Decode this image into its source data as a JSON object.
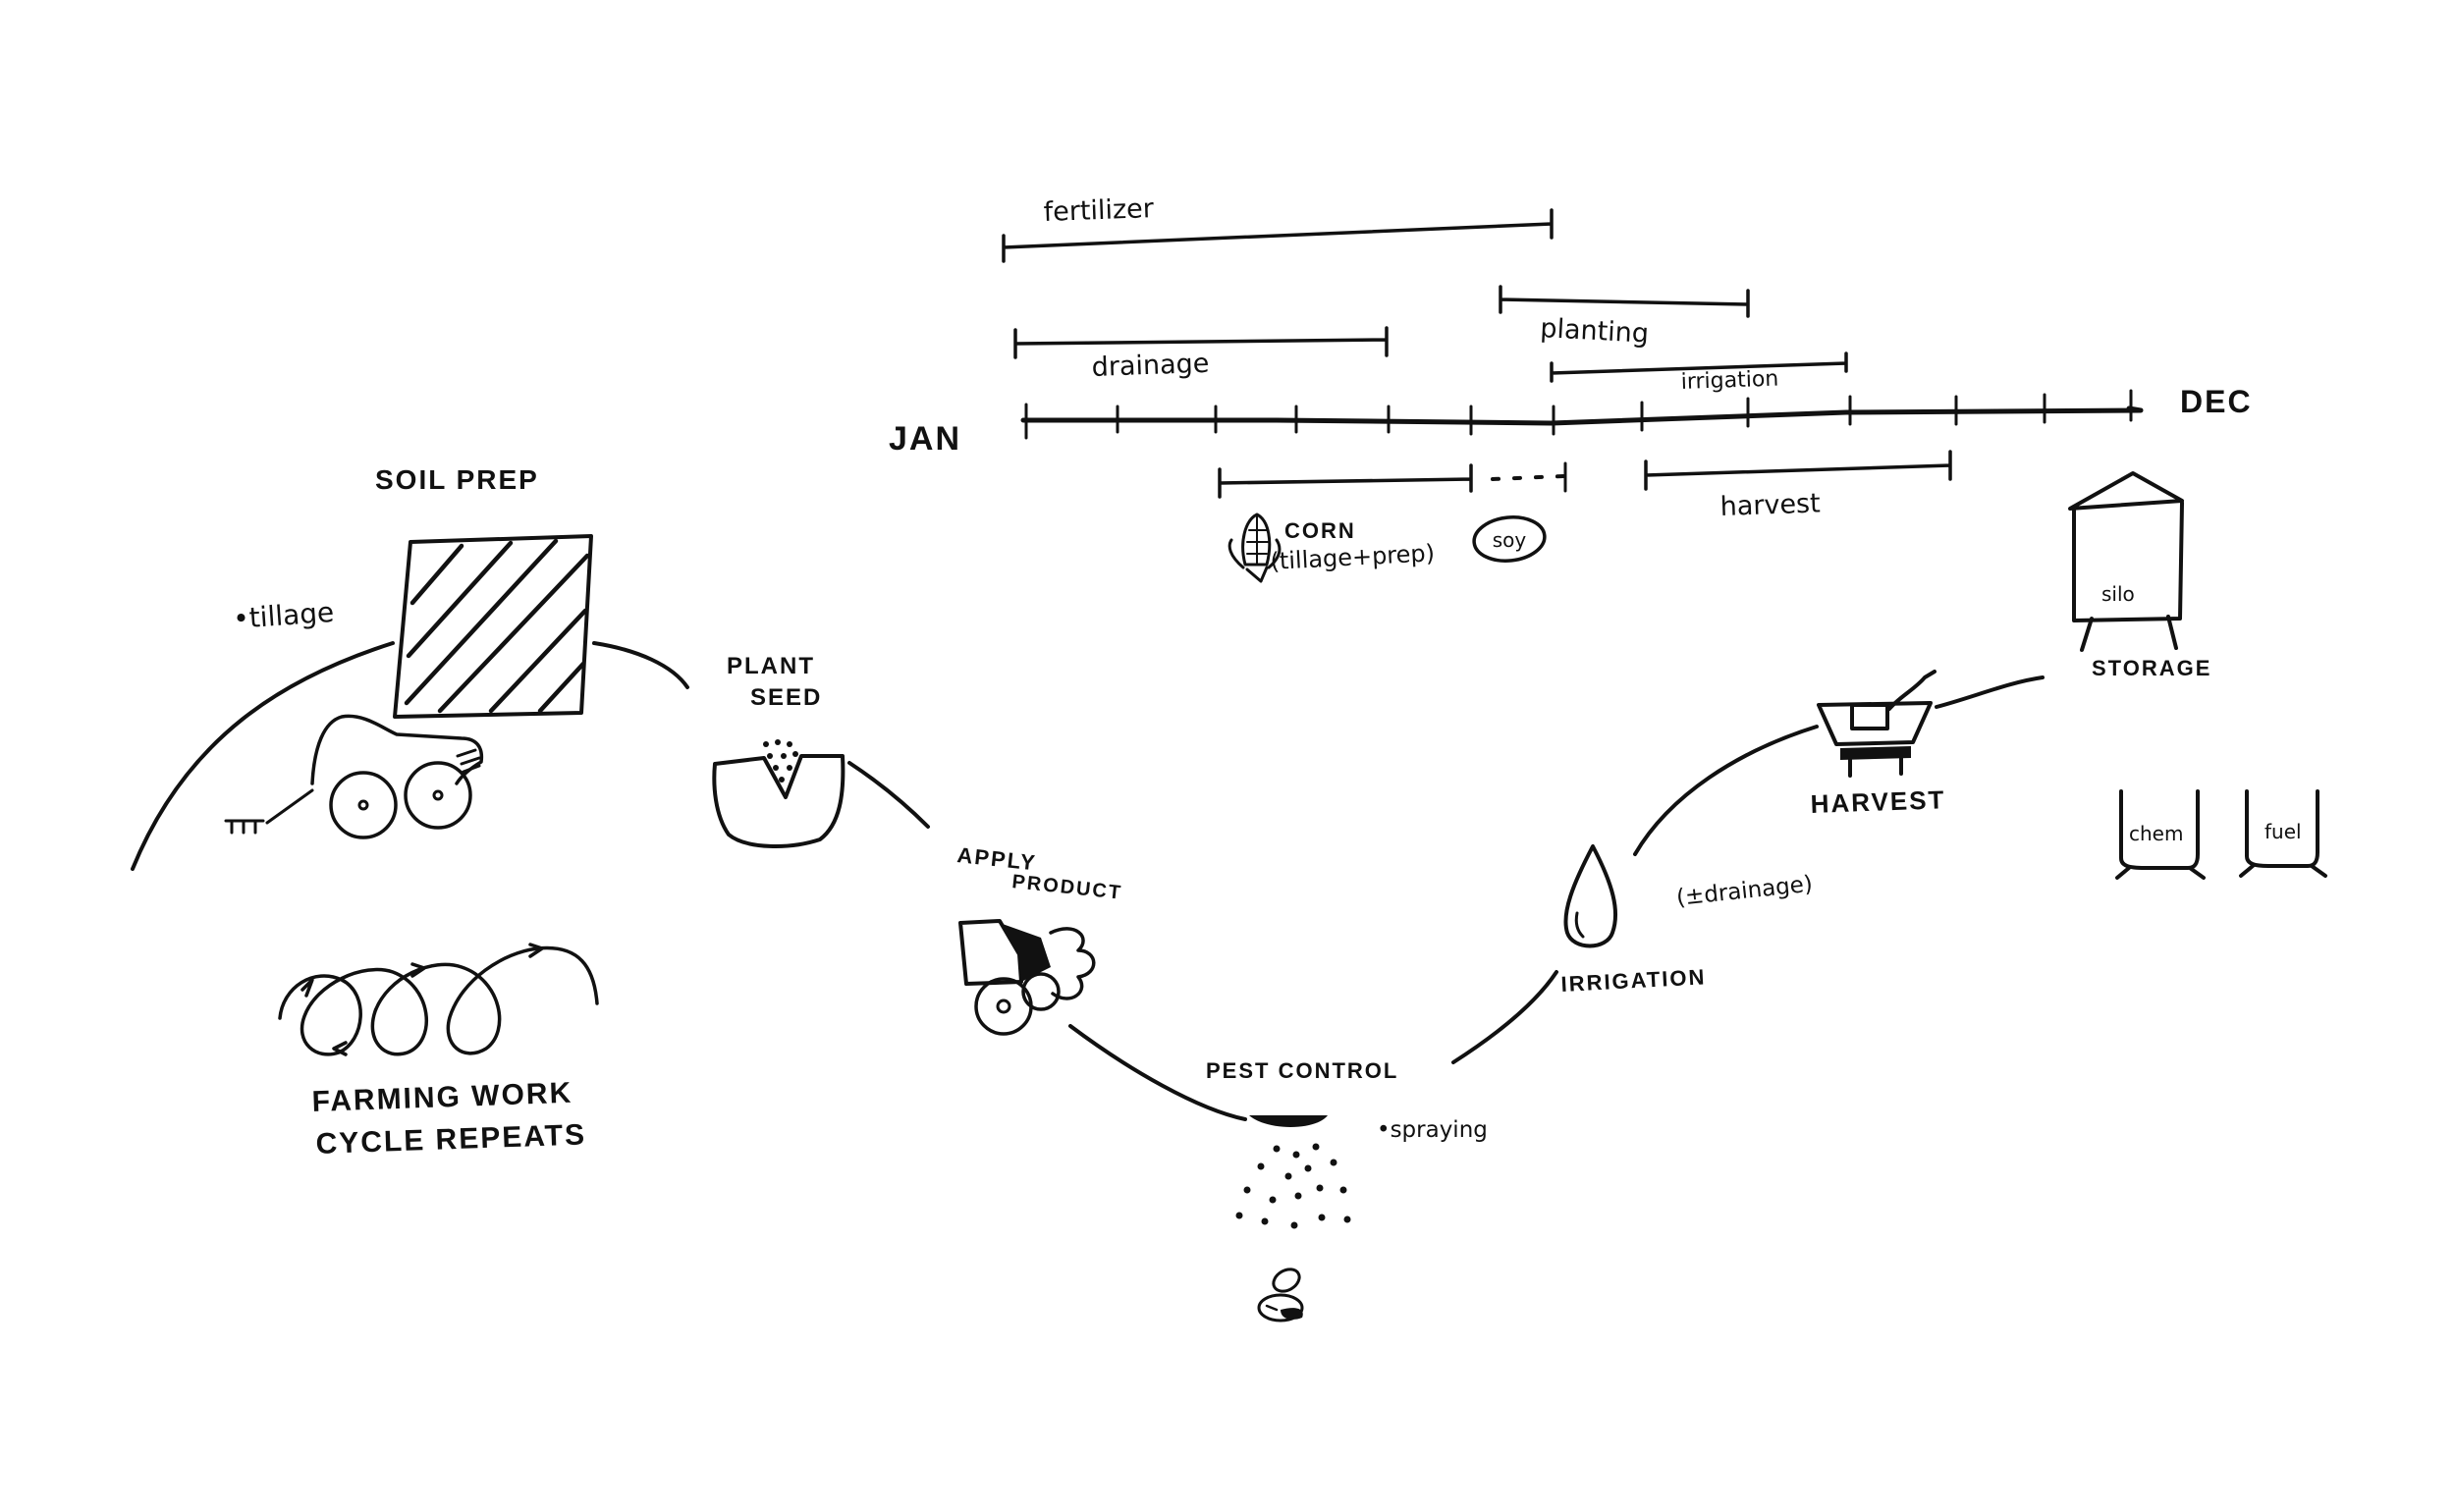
{
  "timeline": {
    "start_label": "JAN",
    "end_label": "DEC",
    "bars": {
      "fertilizer": "fertilizer",
      "planting": "planting",
      "drainage": "drainage",
      "irrigation": "irrigation",
      "harvest": "harvest"
    },
    "crops": {
      "corn": "CORN",
      "corn_note": "(tillage+prep)",
      "soy": "soy"
    }
  },
  "stages": {
    "soil_prep": {
      "title": "SOIL PREP",
      "note": "•tillage"
    },
    "plant_seed": {
      "title_line1": "PLANT",
      "title_line2": "SEED"
    },
    "apply_product": {
      "title_line1": "APPLY",
      "title_line2": "PRODUCT"
    },
    "pest_control": {
      "title": "PEST CONTROL",
      "note": "•spraying"
    },
    "irrigation": {
      "title": "IRRIGATION",
      "note": "(±drainage)"
    },
    "harvest": {
      "title": "HARVEST"
    },
    "storage": {
      "title": "STORAGE",
      "silo_label": "silo",
      "chem_label": "chem",
      "fuel_label": "fuel"
    }
  },
  "cycle_caption": {
    "line1": "FARMING WORK",
    "line2": "CYCLE REPEATS"
  }
}
